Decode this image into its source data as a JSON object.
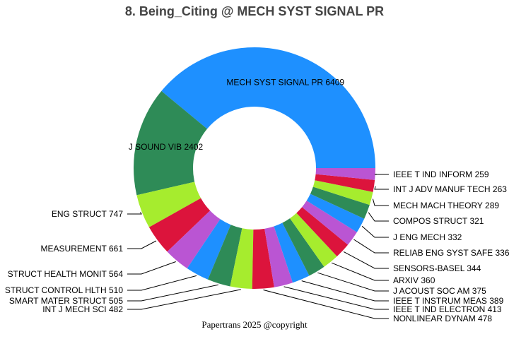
{
  "title": "8. Being_Citing @ MECH SYST SIGNAL PR",
  "footer": "Papertrans 2025 @copyright",
  "chart_data": {
    "type": "pie",
    "variant": "donut",
    "title": "8. Being_Citing @ MECH SYST SIGNAL PR",
    "total": 16439,
    "start_angle_deg": 0,
    "direction": "counterclockwise",
    "center": [
      360,
      238
    ],
    "outer_radius": 171,
    "inner_radius": 87,
    "legend_position": "none",
    "grid": false,
    "palette": [
      "#1E90FF",
      "#2E8B57",
      "#A6EC2E",
      "#DC143C",
      "#BA55D3"
    ],
    "leader_line_color": "#000000",
    "items": [
      {
        "label": "MECH SYST SIGNAL PR",
        "value": 6409,
        "color": "#1E90FF",
        "label_mode": "inside"
      },
      {
        "label": "J SOUND VIB",
        "value": 2402,
        "color": "#2E8B57",
        "label_mode": "inside"
      },
      {
        "label": "ENG STRUCT",
        "value": 747,
        "color": "#A6EC2E",
        "label_mode": "left",
        "label_x": 174,
        "label_y": 303
      },
      {
        "label": "MEASUREMENT",
        "value": 661,
        "color": "#DC143C",
        "label_mode": "left",
        "label_x": 174,
        "label_y": 352
      },
      {
        "label": "STRUCT HEALTH MONIT",
        "value": 564,
        "color": "#BA55D3",
        "label_mode": "left",
        "label_x": 174,
        "label_y": 388
      },
      {
        "label": "STRUCT CONTROL HLTH",
        "value": 510,
        "color": "#1E90FF",
        "label_mode": "left",
        "label_x": 174,
        "label_y": 411
      },
      {
        "label": "SMART MATER STRUCT",
        "value": 505,
        "color": "#2E8B57",
        "label_mode": "left",
        "label_x": 174,
        "label_y": 426
      },
      {
        "label": "INT J MECH SCI",
        "value": 482,
        "color": "#A6EC2E",
        "label_mode": "left",
        "label_x": 174,
        "label_y": 438
      },
      {
        "label": "NONLINEAR DYNAM",
        "value": 478,
        "color": "#DC143C",
        "label_mode": "right",
        "label_x": 556,
        "label_y": 451
      },
      {
        "label": "IEEE T IND ELECTRON",
        "value": 413,
        "color": "#BA55D3",
        "label_mode": "right",
        "label_x": 556,
        "label_y": 438
      },
      {
        "label": "IEEE T INSTRUM MEAS",
        "value": 389,
        "color": "#1E90FF",
        "label_mode": "right",
        "label_x": 556,
        "label_y": 426
      },
      {
        "label": "J ACOUST SOC AM",
        "value": 375,
        "color": "#2E8B57",
        "label_mode": "right",
        "label_x": 556,
        "label_y": 412
      },
      {
        "label": "ARXIV",
        "value": 360,
        "color": "#A6EC2E",
        "label_mode": "right",
        "label_x": 556,
        "label_y": 397
      },
      {
        "label": "SENSORS-BASEL",
        "value": 344,
        "color": "#DC143C",
        "label_mode": "right",
        "label_x": 556,
        "label_y": 380
      },
      {
        "label": "RELIAB ENG SYST SAFE",
        "value": 336,
        "color": "#BA55D3",
        "label_mode": "right",
        "label_x": 556,
        "label_y": 358
      },
      {
        "label": "J ENG MECH",
        "value": 332,
        "color": "#1E90FF",
        "label_mode": "right",
        "label_x": 556,
        "label_y": 336
      },
      {
        "label": "COMPOS STRUCT",
        "value": 321,
        "color": "#2E8B57",
        "label_mode": "right",
        "label_x": 556,
        "label_y": 313
      },
      {
        "label": "MECH MACH THEORY",
        "value": 289,
        "color": "#A6EC2E",
        "label_mode": "right",
        "label_x": 556,
        "label_y": 291
      },
      {
        "label": "INT J ADV MANUF TECH",
        "value": 263,
        "color": "#DC143C",
        "label_mode": "right",
        "label_x": 556,
        "label_y": 268
      },
      {
        "label": "IEEE T IND INFORM",
        "value": 259,
        "color": "#BA55D3",
        "label_mode": "right",
        "label_x": 556,
        "label_y": 247
      }
    ]
  }
}
